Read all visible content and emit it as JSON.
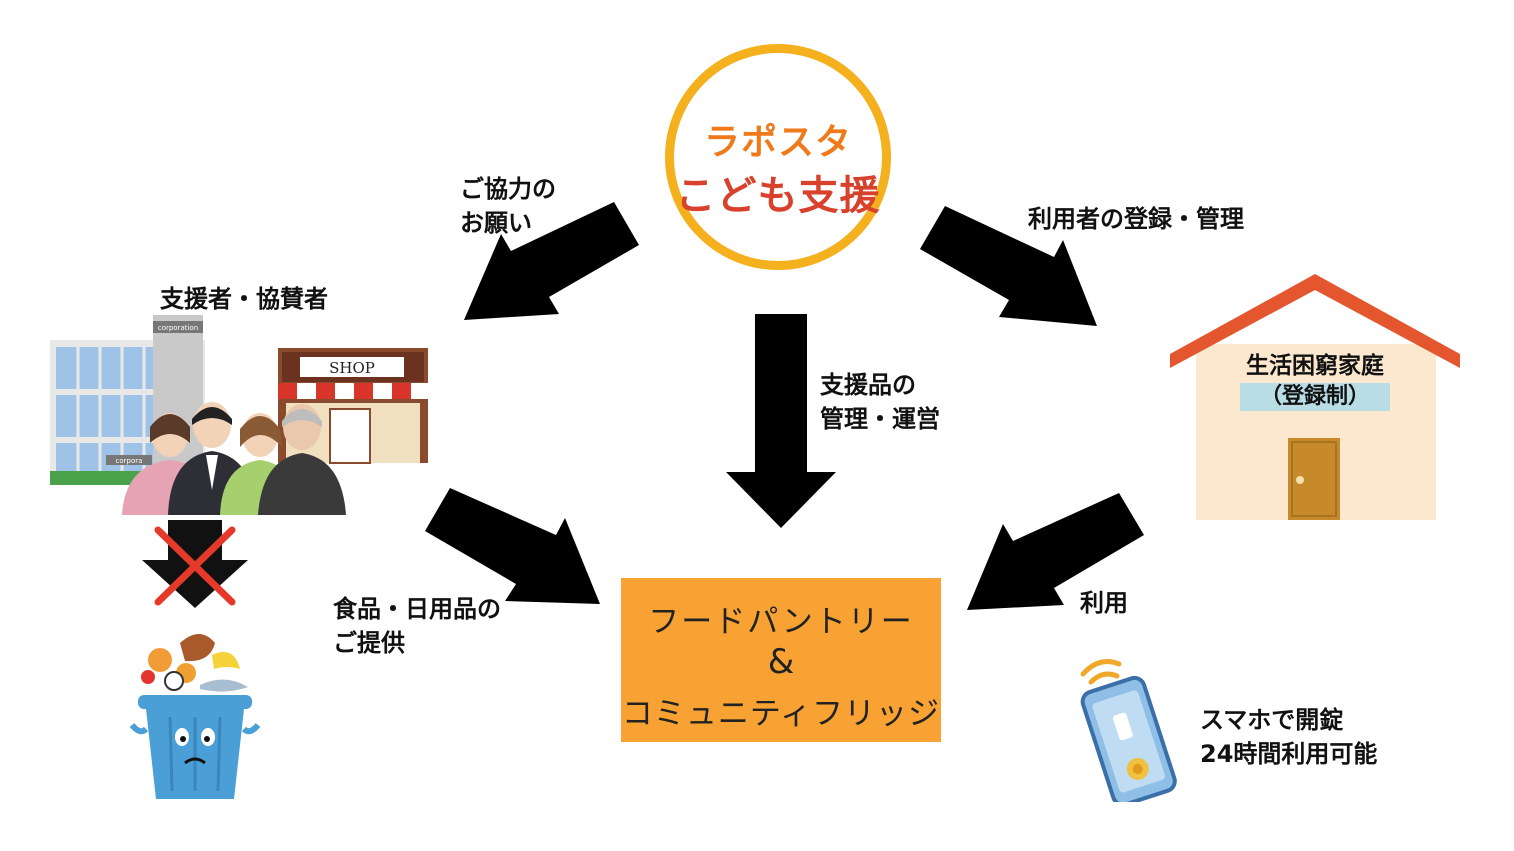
{
  "logo": {
    "line1": "ラポスタ",
    "line2": "こども支援"
  },
  "center_box": {
    "line1": "フードパントリー",
    "line2": "&",
    "line3": "コミュニティフリッジ"
  },
  "labels": {
    "request_l1": "ご協力の",
    "request_l2": "お願い",
    "supporters": "支援者・協賛者",
    "user_reg": "利用者の登録・管理",
    "management_l1": "支援品の",
    "management_l2": "管理・運営",
    "provide_l1": "食品・日用品の",
    "provide_l2": "ご提供",
    "use": "利用",
    "smartphone_l1": "スマホで開錠",
    "smartphone_l2": "24時間利用可能"
  },
  "house": {
    "line1": "生活困窮家庭",
    "line2": "（登録制）"
  },
  "illustration_text": {
    "shop_sign": "SHOP",
    "corp_sign": "corporation",
    "corp_sign2": "corpora"
  },
  "colors": {
    "logo_ring": "#f5b01e",
    "logo_text1": "#f07a1a",
    "logo_text2": "#d8412b",
    "center_box": "#f7a233",
    "house_roof": "#e4572e",
    "cross": "#e53a2a"
  }
}
